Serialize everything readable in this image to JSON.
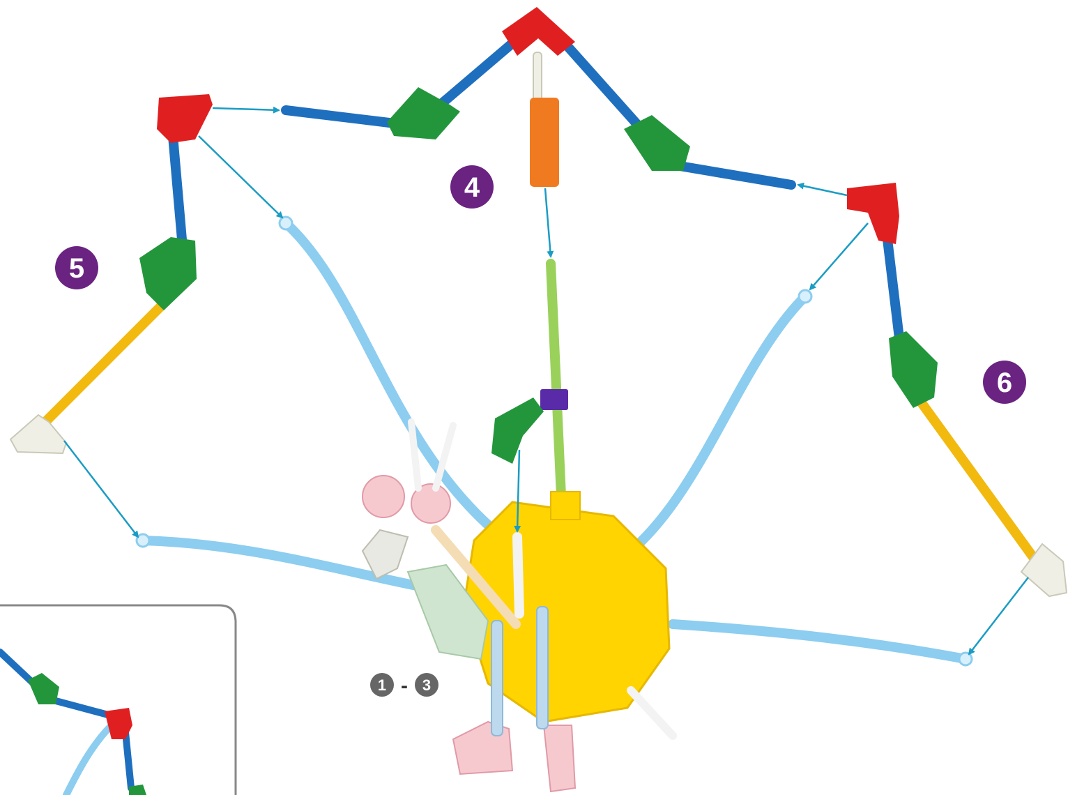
{
  "steps": {
    "step4": "4",
    "step5": "5",
    "step6": "6",
    "range_start": "1",
    "range_separator": "-",
    "range_end": "3"
  },
  "colors": {
    "badge_purple": "#6a2381",
    "badge_gray": "#666666",
    "arrow_teal": "#1a9cc4",
    "rod_blue": "#1f6fbf",
    "rod_yellow": "#f2b90f",
    "rod_green_light": "#9ad15a",
    "rod_flex_blue": "#8ccdf0",
    "connector_red": "#e02020",
    "connector_green": "#23963c",
    "connector_orange": "#f07a20",
    "hub_yellow": "#ffd400",
    "connector_white": "#efefe6",
    "inset_border": "#888888"
  }
}
